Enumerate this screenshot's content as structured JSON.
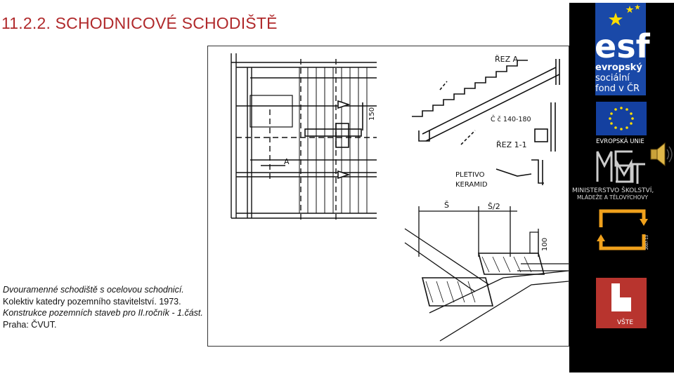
{
  "title": "11.2.2. SCHODNICOVÉ SCHODIŠTĚ",
  "caption": {
    "line1": "Dvouramenné  schodiště s ocelovou schodnicí.",
    "line2": "Kolektiv katedry pozemního stavitelství. 1973.",
    "line3": "Konstrukce pozemních staveb pro II.ročník - 1.část.",
    "line4": "Praha:  ČVUT."
  },
  "drawing_labels": {
    "rez_a": "ŘEZ A",
    "channel": "Č č 140-180",
    "rez_11": "ŘEZ 1-1",
    "pletivo": "PLETIVO",
    "keramid": "KERAMID",
    "label_a": "A",
    "dim_150": "150",
    "dim_s": "Š",
    "dim_s2": "Š/2",
    "dim_100": "100"
  },
  "sidebar": {
    "esf_text": "esf",
    "esf_line1": "evropský",
    "esf_line2": "sociální",
    "esf_line3": "fond v ČR",
    "eu_label": "EVROPSKÁ UNIE",
    "msmt_line1": "MINISTERSTVO ŠKOLSTVÍ,",
    "msmt_line2": "MLÁDEŽE A TĚLOVÝCHOVY",
    "opvk_years": "2007-13",
    "vste_label": "VŠTE"
  },
  "colors": {
    "title": "#b0292b",
    "esf_blue": "#1a49a8",
    "eu_blue": "#1440a0",
    "eu_star": "#ffdd00",
    "opvk_orange": "#f0a11c",
    "vste_red": "#b8342e"
  }
}
